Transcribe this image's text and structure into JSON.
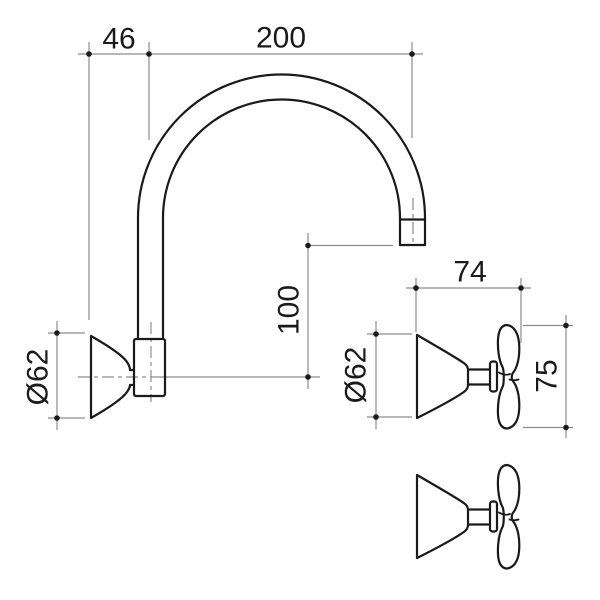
{
  "drawing": {
    "background": "#ffffff",
    "line_colors": {
      "object": "#1a1a1a",
      "dimension": "#8c8c8c",
      "text": "#1a1a1a"
    },
    "views": {
      "spout_side_view": {
        "dim_wall_to_center": "46",
        "dim_reach": "200",
        "dim_outlet_height": "100",
        "dim_flange_diameter": "Ø62"
      },
      "handle_side_view": {
        "dim_depth": "74",
        "dim_flange_diameter": "Ø62",
        "dim_height": "75"
      }
    }
  }
}
